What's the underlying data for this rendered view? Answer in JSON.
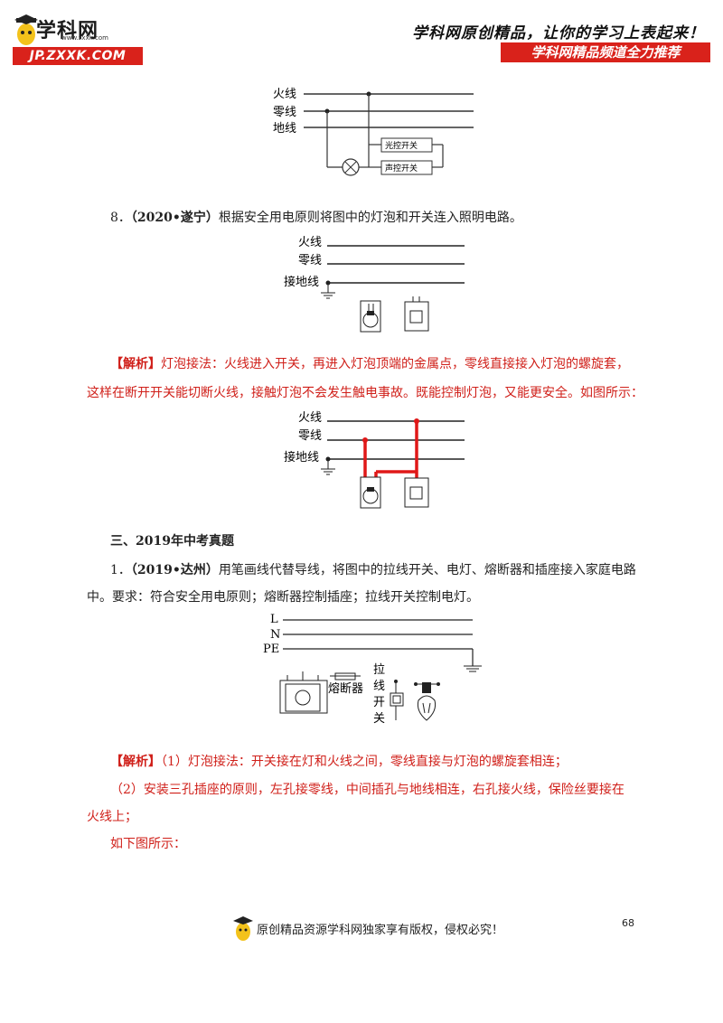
{
  "header": {
    "logo_text": "学科网",
    "logo_sub": "www.zxxk.com",
    "logo_url": "JP.ZXXK.COM",
    "slogan": "学科网原创精品，让你的学习上表起来！",
    "banner": "学科网精品频道全力推荐"
  },
  "diagram1": {
    "labels": [
      "火线",
      "零线",
      "地线"
    ],
    "switch1": "光控开关",
    "switch2": "声控开关"
  },
  "q8": {
    "number": "8．",
    "source": "（2020•遂宁）",
    "text": "根据安全用电原则将图中的灯泡和开关连入照明电路。"
  },
  "diagram2": {
    "labels": [
      "火线",
      "零线",
      "接地线"
    ]
  },
  "analysis8": {
    "tag": "【解析】",
    "line1": "灯泡接法：火线进入开关，再进入灯泡顶端的金属点，零线直接接入灯泡的螺旋套，",
    "line2": "这样在断开开关能切断火线，接触灯泡不会发生触电事故。既能控制灯泡，又能更安全。如图所示："
  },
  "diagram3": {
    "labels": [
      "火线",
      "零线",
      "接地线"
    ]
  },
  "section3": {
    "title": "三、2019年中考真题"
  },
  "q1": {
    "number": "1．",
    "source": "（2019•达州）",
    "line1": "用笔画线代替导线，将图中的拉线开关、电灯、熔断器和插座接入家庭电路",
    "line2": "中。要求：符合安全用电原则；熔断器控制插座；拉线开关控制电灯。"
  },
  "diagram4": {
    "labels": [
      "L",
      "N",
      "PE"
    ],
    "fuse": "熔断器",
    "switch_chars": [
      "拉",
      "线",
      "开",
      "关"
    ]
  },
  "analysis1": {
    "tag": "【解析】",
    "line1": "（1）灯泡接法：开关接在灯和火线之间，零线直接与灯泡的螺旋套相连；",
    "line2": "（2）安装三孔插座的原则，左孔接零线，中间插孔与地线相连，右孔接火线，保险丝要接在",
    "line3": "火线上；",
    "line4": "如下图所示："
  },
  "footer": {
    "copyright": "原创精品资源学科网独家享有版权，侵权必究！",
    "page": "68"
  }
}
